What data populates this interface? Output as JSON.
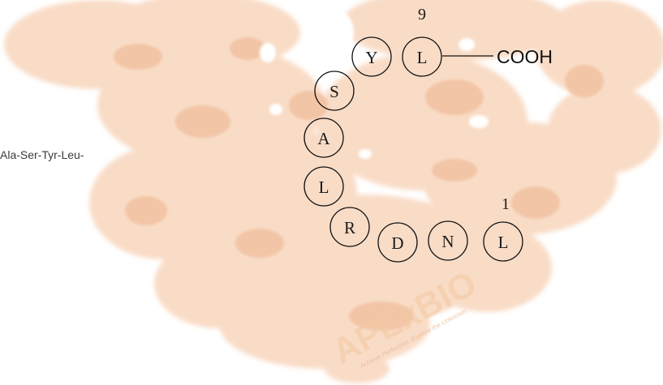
{
  "sequence_text": "Ala-Ser-Tyr-Leu-",
  "peptide": {
    "residues": [
      {
        "letter": "L",
        "circle": "residue-l1"
      },
      {
        "letter": "N",
        "circle": "residue-n2"
      },
      {
        "letter": "D",
        "circle": "residue-d3"
      },
      {
        "letter": "R",
        "circle": "residue-r4"
      },
      {
        "letter": "L",
        "circle": "residue-l5"
      },
      {
        "letter": "A",
        "circle": "residue-a6"
      },
      {
        "letter": "S",
        "circle": "residue-s7"
      },
      {
        "letter": "Y",
        "circle": "residue-y8"
      },
      {
        "letter": "L",
        "circle": "residue-l9"
      }
    ],
    "start_number": "1",
    "end_number": "9",
    "c_terminus": "COOH"
  },
  "watermark": {
    "brand": "APExBIO",
    "tagline": "Achieve Perfection. Explore the Unknown."
  },
  "colors": {
    "protein_blob": "#f9dcc6",
    "protein_shade": "#f2c5a6",
    "residue_stroke": "#111111",
    "residue_fill": "#fdf3ec",
    "watermark": "#f3c9a3"
  }
}
